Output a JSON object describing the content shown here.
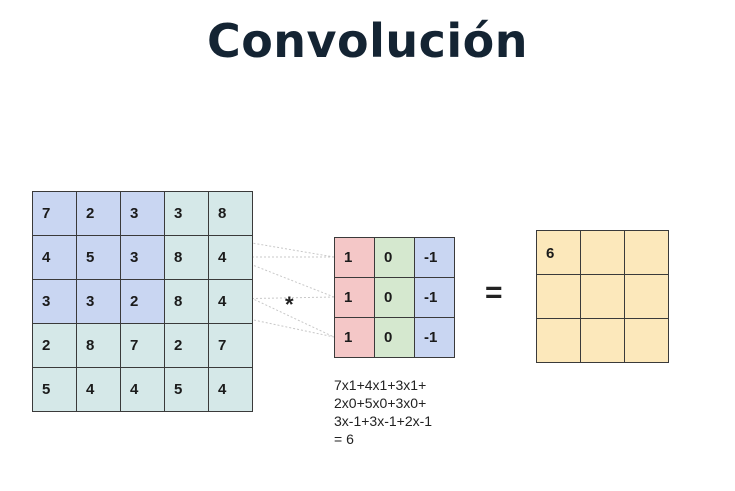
{
  "title": "Convolución",
  "input_matrix": [
    [
      "7",
      "2",
      "3",
      "3",
      "8"
    ],
    [
      "4",
      "5",
      "3",
      "8",
      "4"
    ],
    [
      "3",
      "3",
      "2",
      "8",
      "4"
    ],
    [
      "2",
      "8",
      "7",
      "2",
      "7"
    ],
    [
      "5",
      "4",
      "4",
      "5",
      "4"
    ]
  ],
  "kernel_matrix": [
    [
      "1",
      "0",
      "-1"
    ],
    [
      "1",
      "0",
      "-1"
    ],
    [
      "1",
      "0",
      "-1"
    ]
  ],
  "output_matrix": [
    [
      "6",
      "",
      ""
    ],
    [
      "",
      "",
      ""
    ],
    [
      "",
      "",
      ""
    ]
  ],
  "operator_multiply": "*",
  "operator_equals": "=",
  "calculation_lines": [
    "7x1+4x1+3x1+",
    "2x0+5x0+3x0+",
    "3x-1+3x-1+2x-1",
    "= 6"
  ],
  "colors": {
    "input_highlight": "#c9d6f2",
    "input_base": "#d5e8e8",
    "kernel_col_1": "#f4c7c7",
    "kernel_col_2": "#d5e8cf",
    "kernel_col_3": "#c9d6f2",
    "output": "#fce8bb"
  }
}
